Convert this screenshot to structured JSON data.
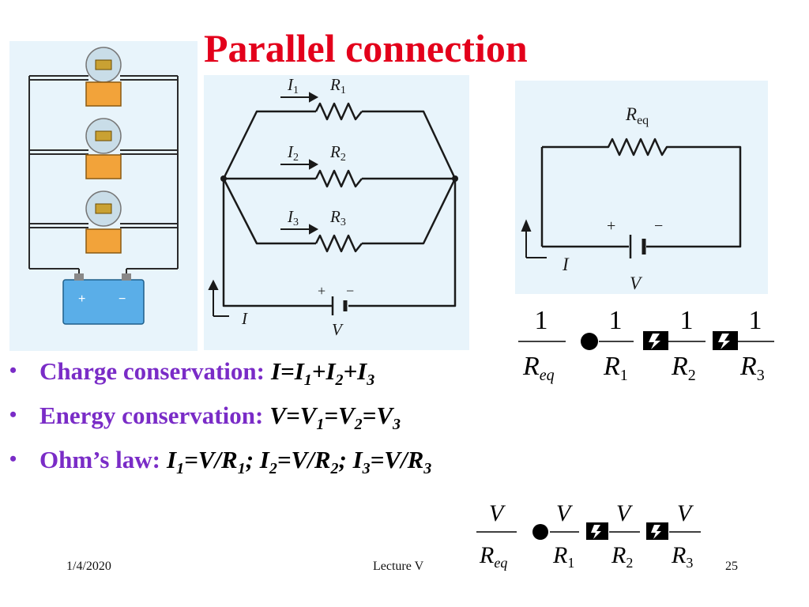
{
  "slide": {
    "title": "Parallel connection",
    "bullets": [
      {
        "label": "Charge conservation:",
        "formula_html": "I=I<sub>1</sub>+I<sub>2</sub>+I<sub>3</sub>"
      },
      {
        "label": "Energy conservation:",
        "formula_html": "V=V<sub>1</sub>=V<sub>2</sub>=V<sub>3</sub>"
      },
      {
        "label": "Ohm’s law:",
        "formula_html": "I<sub>1</sub>=V/R<sub>1</sub>; I<sub>2</sub>=V/R<sub>2</sub>; I<sub>3</sub>=V/R<sub>3</sub>"
      }
    ],
    "footer": {
      "date": "1/4/2020",
      "center": "Lecture V",
      "page": "25"
    }
  },
  "diagram_labels": {
    "currents": [
      "I",
      "1",
      "I",
      "2",
      "I",
      "3"
    ],
    "resistors": [
      "R",
      "1",
      "R",
      "2",
      "R",
      "3"
    ],
    "source_current": "I",
    "source_voltage": "V",
    "plus": "+",
    "minus": "−",
    "equivalent_resistor": [
      "R",
      "eq"
    ]
  },
  "equations": {
    "reciprocal": {
      "numerators": [
        "1",
        "1",
        "1",
        "1"
      ],
      "denominators": [
        [
          "R",
          "eq"
        ],
        [
          "R",
          "1"
        ],
        [
          "R",
          "2"
        ],
        [
          "R",
          "3"
        ]
      ]
    },
    "voltage": {
      "numerators": [
        "V",
        "V",
        "V",
        "V"
      ],
      "denominators": [
        [
          "R",
          "eq"
        ],
        [
          "R",
          "1"
        ],
        [
          "R",
          "2"
        ],
        [
          "R",
          "3"
        ]
      ]
    }
  },
  "colors": {
    "title": "#e3001b",
    "bullet_label": "#7a2cc7",
    "diagram_bg": "#e8f4fb",
    "bulb_base": "#f2a33a",
    "battery": "#5aaee8"
  }
}
